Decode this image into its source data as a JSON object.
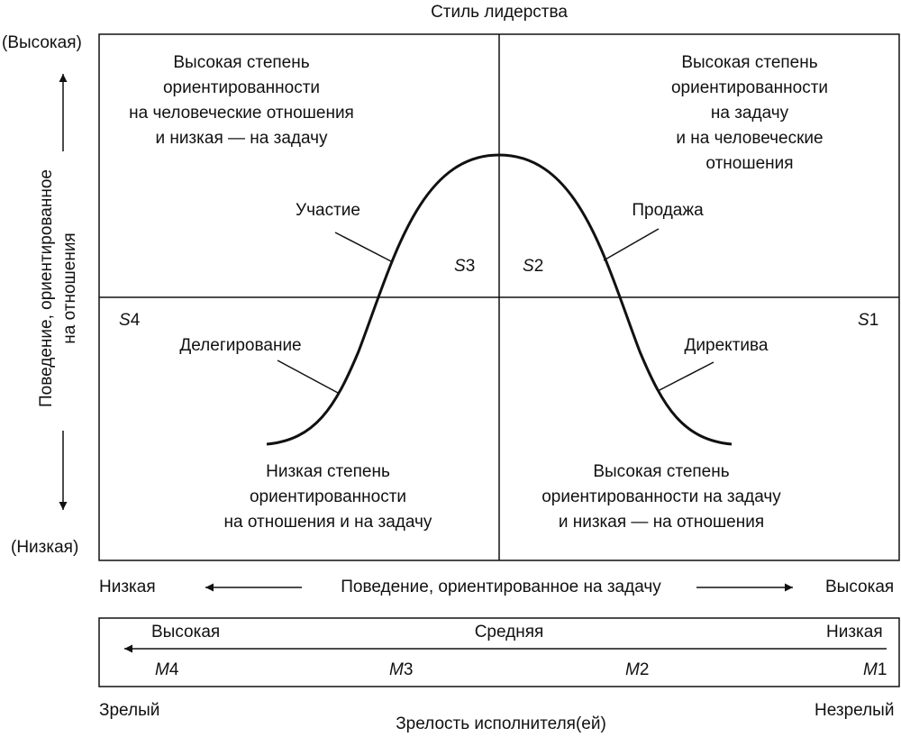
{
  "top_title": "Стиль лидерства",
  "y_axis": {
    "high": "(Высокая)",
    "low": "(Низкая)",
    "label": "Поведение, ориентированное\nна отношения"
  },
  "quadrants": {
    "top_left": "Высокая степень\nориентированности\nна человеческие отношения\nи низкая — на задачу",
    "top_right": "Высокая степень\nориентированности на задачу\nи на человеческие\nотношения",
    "bottom_left": "Низкая степень\nориентированности\nна отношения и на задачу",
    "bottom_right": "Высокая степень\nориентированности на задачу\nи низкая — на отношения"
  },
  "styles": {
    "participation": "Участие",
    "selling": "Продажа",
    "delegating": "Делегирование",
    "directive": "Директива"
  },
  "quadrant_codes": {
    "s1": {
      "letter": "S",
      "num": "1"
    },
    "s2": {
      "letter": "S",
      "num": "2"
    },
    "s3": {
      "letter": "S",
      "num": "3"
    },
    "s4": {
      "letter": "S",
      "num": "4"
    }
  },
  "x_axis": {
    "low": "Низкая",
    "high": "Высокая",
    "label": "Поведение, ориентированное на задачу"
  },
  "maturity_scale": {
    "high": "Высокая",
    "medium": "Средняя",
    "low": "Низкая",
    "m4": {
      "letter": "M",
      "num": "4"
    },
    "m3": {
      "letter": "M",
      "num": "3"
    },
    "m2": {
      "letter": "M",
      "num": "2"
    },
    "m1": {
      "letter": "M",
      "num": "1"
    }
  },
  "bottom": {
    "mature": "Зрелый",
    "immature": "Незрелый",
    "label": "Зрелость исполнителя(ей)"
  }
}
